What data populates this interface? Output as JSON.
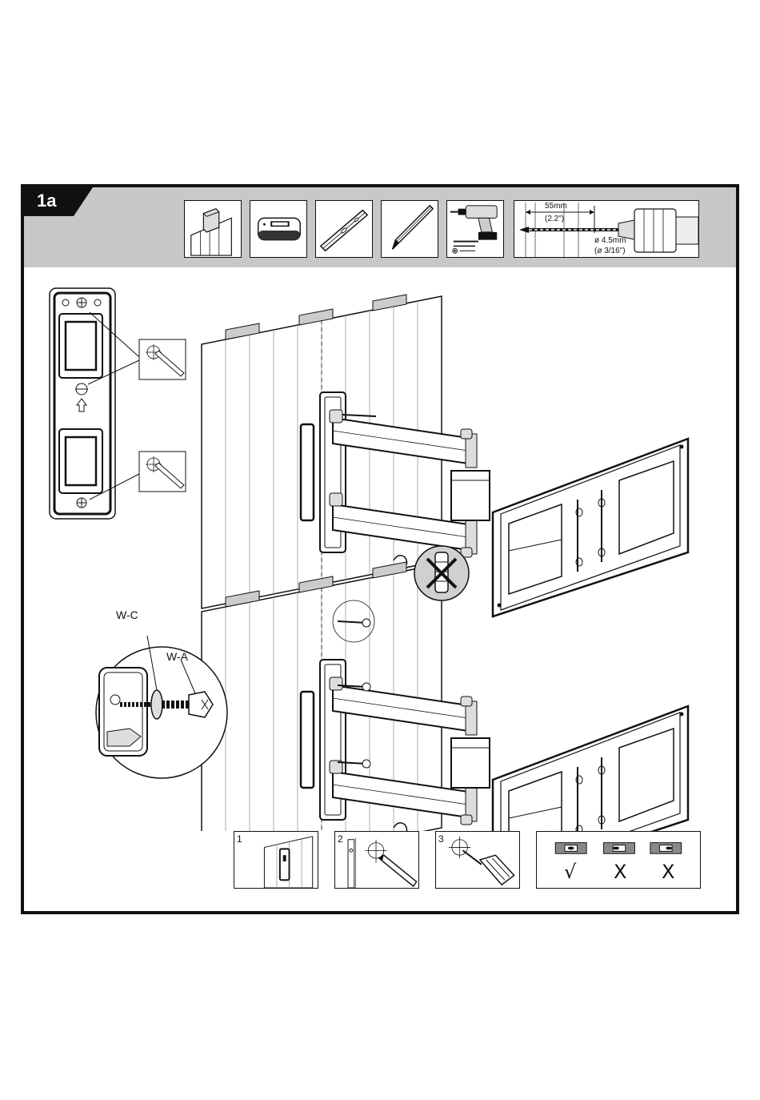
{
  "step": {
    "label": "1a"
  },
  "tools": [
    {
      "name": "wall-stud"
    },
    {
      "name": "stud-finder"
    },
    {
      "name": "spirit-level"
    },
    {
      "name": "pencil"
    },
    {
      "name": "power-drill"
    }
  ],
  "drill_spec": {
    "depth_mm": "55mm",
    "depth_in": "(2.2\")",
    "diameter_mm": "ø 4.5mm",
    "diameter_in": "(ø 3/16\")"
  },
  "parts": {
    "washer": "W-C",
    "screw": "W-A"
  },
  "sub_steps": [
    {
      "number": "1"
    },
    {
      "number": "2"
    },
    {
      "number": "3"
    }
  ],
  "level_check": {
    "correct_mark": "√",
    "wrong_mark_1": "X",
    "wrong_mark_2": "X"
  },
  "colors": {
    "header_bg": "#c8c8c8",
    "line": "#111111",
    "panel_gray": "#dddddd"
  }
}
